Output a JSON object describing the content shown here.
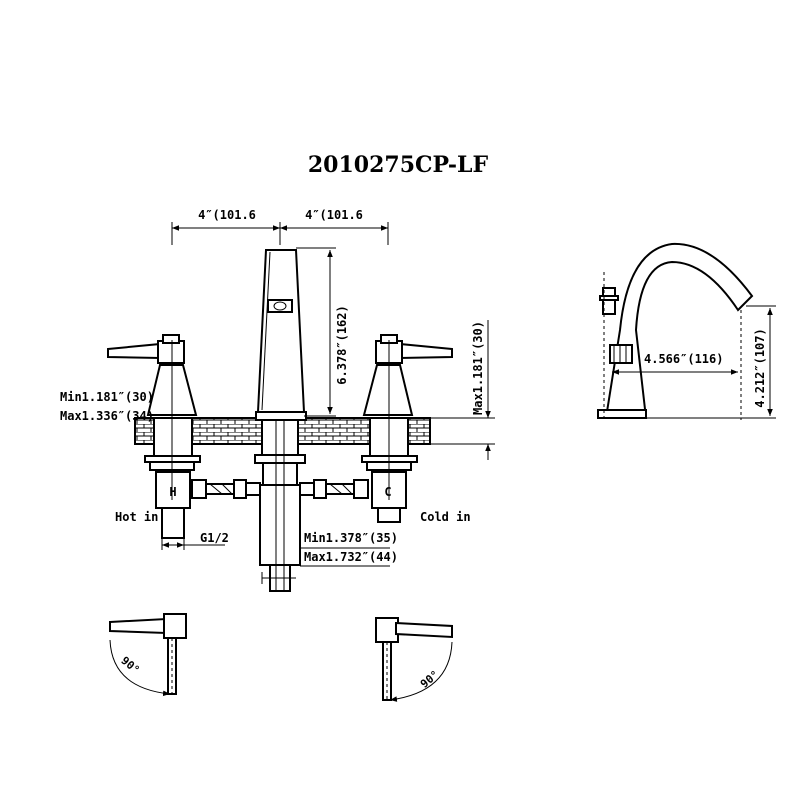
{
  "title": "2010275CP-LF",
  "dims": {
    "spread_left": "4″(101.6",
    "spread_right": "4″(101.6",
    "spout_height": "6.378″(162)",
    "max_deck": "Max1.181″(30)",
    "handle_min": "Min1.181″(30)",
    "handle_max": "Max1.336″(34)",
    "thread": "G1/2",
    "shank_min": "Min1.378″(35)",
    "shank_max": "Max1.732″(44)",
    "reach": "4.566″(116)",
    "side_height": "4.212″(107)",
    "angle_left": "90°",
    "angle_right": "90°"
  },
  "labels": {
    "hot_in": "Hot in",
    "cold_in": "Cold in",
    "hot_mark": "H",
    "cold_mark": "C"
  }
}
